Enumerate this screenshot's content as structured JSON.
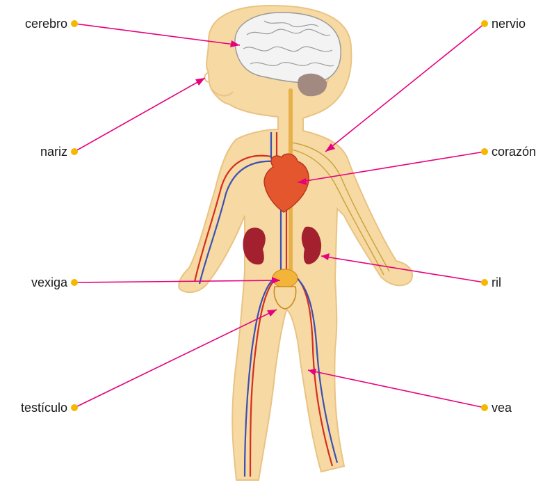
{
  "colors": {
    "leader_line": "#e6007e",
    "dot": "#f5b800",
    "skin": "#f6d9a3",
    "skin_outline": "#e9c383",
    "brain": "#f3f3f3",
    "brain_folds": "#9a9a9a",
    "cerebellum": "#a38a80",
    "spine": "#e8b04a",
    "heart": "#e4572e",
    "kidney": "#a3212e",
    "bladder": "#f2b53a",
    "artery": "#d62d20",
    "vein": "#3b4fb5",
    "nerve": "#c9a23a"
  },
  "labels": {
    "cerebro": "cerebro",
    "nariz": "nariz",
    "vexiga": "vexiga",
    "testiculo": "testículo",
    "nervio": "nervio",
    "corazon": "corazón",
    "ril": "ril",
    "vea": "vea"
  }
}
